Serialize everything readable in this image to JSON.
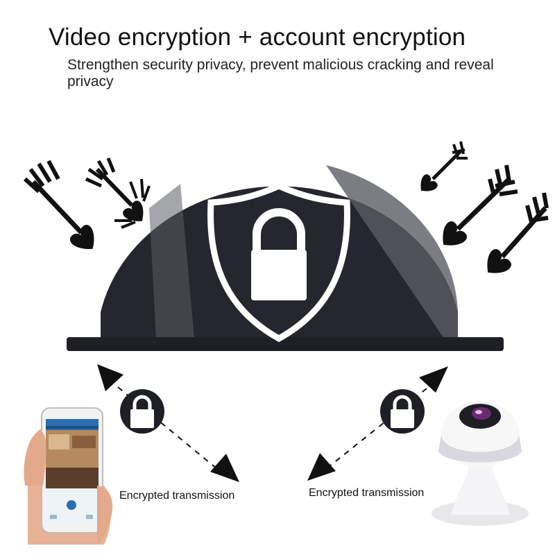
{
  "header": {
    "title": "Video encryption + account encryption",
    "subtitle": "Strengthen security privacy, prevent malicious cracking and reveal privacy"
  },
  "captions": {
    "left": "Encrypted transmission",
    "right": "Encrypted transmission"
  },
  "colors": {
    "dome": "#26272e",
    "dome_highlight": "#5b5c63",
    "lock_white": "#ffffff",
    "dark": "#111111"
  },
  "icons": {
    "shield": "shield-icon",
    "lock": "padlock-icon",
    "arrow": "arrow-icon",
    "phone": "smartphone-icon",
    "camera": "security-camera-icon"
  }
}
